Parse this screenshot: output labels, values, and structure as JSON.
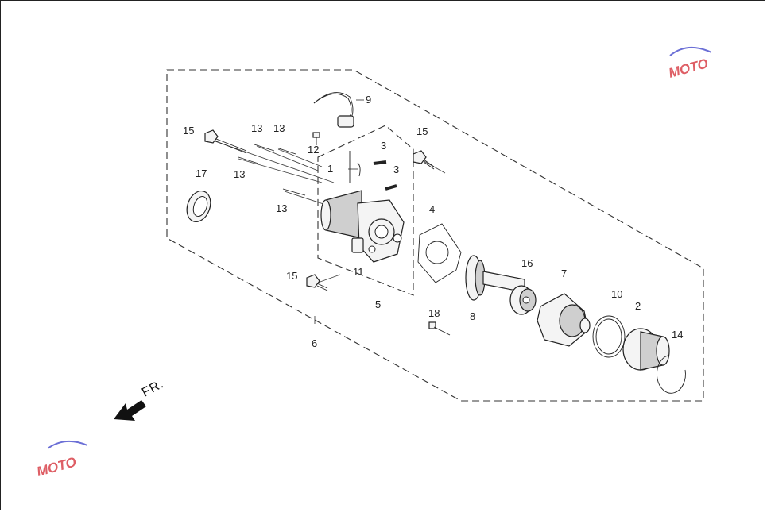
{
  "diagram": {
    "callouts": {
      "c1": "1",
      "c2": "2",
      "c3a": "3",
      "c3b": "3",
      "c4": "4",
      "c5": "5",
      "c6": "6",
      "c7": "7",
      "c8": "8",
      "c9": "9",
      "c10": "10",
      "c11": "11",
      "c12": "12",
      "c13a": "13",
      "c13b": "13",
      "c13c": "13",
      "c13d": "13",
      "c14": "14",
      "c15a": "15",
      "c15b": "15",
      "c15c": "15",
      "c16": "16",
      "c17": "17",
      "c18": "18"
    },
    "direction_label": "FR.",
    "direction_arrow_icon": "arrow-down-left-icon"
  },
  "watermark": {
    "text": "MOTO",
    "colors": {
      "primary": "#d9434b",
      "secondary": "#e07b2c",
      "swoosh": "#6b6fd6"
    }
  },
  "colors": {
    "line": "#222222",
    "background": "#ffffff"
  }
}
